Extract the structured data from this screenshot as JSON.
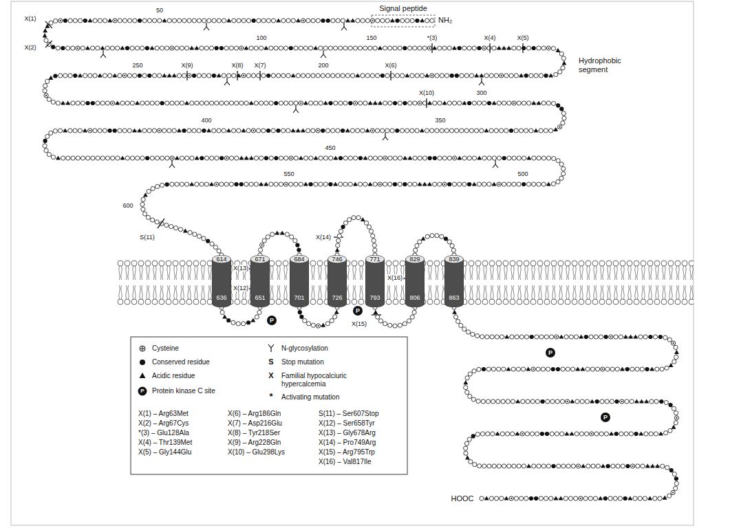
{
  "diagram": {
    "nodes": [
      {
        "text": [
          "614",
          "636"
        ]
      },
      {
        "text": [
          "671",
          "651"
        ]
      },
      {
        "text": [
          "684",
          "701"
        ]
      },
      {
        "text": [
          "746",
          "726"
        ]
      },
      {
        "text": [
          "771",
          "793"
        ]
      },
      {
        "text": [
          "829",
          "806"
        ]
      },
      {
        "text": [
          "839",
          "863"
        ]
      },
      {
        "text": [
          "P"
        ]
      },
      {
        "text": [
          "P"
        ]
      },
      {
        "text": [
          "P"
        ]
      },
      {
        "text": [
          "P"
        ]
      }
    ],
    "edges": [
      {
        "from": 0,
        "to": 1,
        "arrow": "none"
      },
      {
        "from": 1,
        "to": 2,
        "arrow": "none"
      },
      {
        "from": 2,
        "to": 3,
        "arrow": "none"
      },
      {
        "from": 3,
        "to": 4,
        "arrow": "none"
      },
      {
        "from": 4,
        "to": 5,
        "arrow": "none"
      },
      {
        "from": 5,
        "to": 6,
        "arrow": "none"
      }
    ],
    "labels": [
      "Signal peptide",
      "NH₂",
      "Hydrophobic segment",
      "50",
      "100",
      "150",
      "200",
      "250",
      "300",
      "350",
      "400",
      "450",
      "500",
      "550",
      "600",
      "X(1)",
      "X(2)",
      "*(3)",
      "X(4)",
      "X(5)",
      "X(6)",
      "X(7)",
      "X(8)",
      "X(9)",
      "X(10)",
      "S(11)",
      "X(12)",
      "X(13)",
      "X(14)",
      "X(15)",
      "X(16)",
      "HOOC",
      "P",
      "S",
      "X",
      "*",
      "X(1) – Arg63Met",
      "X(2) – Arg67Cys",
      "*(3) – Glu128Ala",
      "X(4) – Thr139Met",
      "X(5) – Gly144Glu",
      "X(6) – Arg186Gln",
      "X(7) – Asp216Glu",
      "X(8) – Tyr218Ser",
      "X(9) – Arg228Gln",
      "X(10) – Glu298Lys",
      "S(11) – Ser607Stop",
      "X(12) – Ser658Tyr",
      "X(13) – Gly678Arg",
      "X(14) – Pro749Arg",
      "X(15) – Arg795Trp",
      "X(16) – Val817Ile"
    ],
    "legend": [
      {
        "text": "Cysteine"
      },
      {
        "text": "N-glycosylation"
      },
      {
        "text": "Conserved residue"
      },
      {
        "text": "Stop mutation"
      },
      {
        "text": "Acidic residue"
      },
      {
        "text": "Familial hypocalciuric hypercalcemia"
      },
      {
        "text": "Protein kinase C site"
      },
      {
        "text": "Activating mutation"
      }
    ]
  }
}
